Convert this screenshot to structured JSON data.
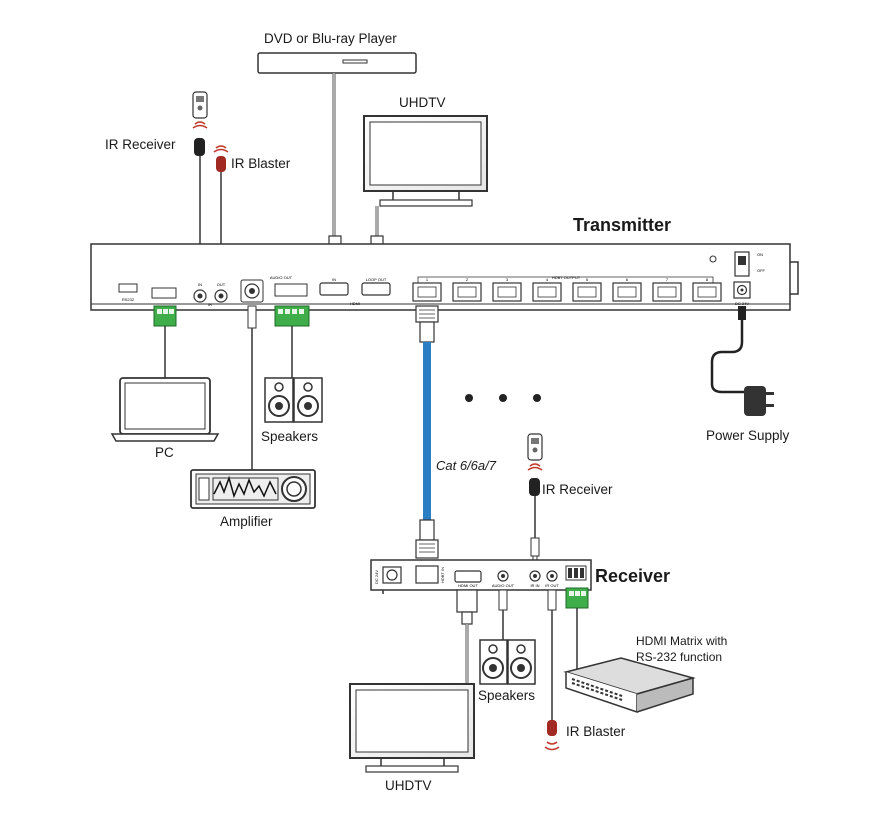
{
  "labels": {
    "dvd": "DVD or Blu-ray Player",
    "uhdtv_top": "UHDTV",
    "transmitter": "Transmitter",
    "ir_receiver_top": "IR Receiver",
    "ir_blaster_top": "IR Blaster",
    "pc": "PC",
    "speakers_top": "Speakers",
    "amplifier": "Amplifier",
    "power_supply": "Power Supply",
    "cable": "Cat 6/6a/7",
    "ir_receiver_bottom": "IR Receiver",
    "receiver": "Receiver",
    "speakers_bottom": "Speakers",
    "hdmi_matrix_1": "HDMI Matrix with",
    "hdmi_matrix_2": "RS-232 function",
    "ir_blaster_bottom": "IR Blaster",
    "uhdtv_bottom": "UHDTV"
  },
  "tx_panel": {
    "rs232": "RS232",
    "ir": "IR",
    "in": "IN",
    "out": "OUT",
    "audio_out": "AUDIO OUT",
    "hdmi": "HDMI",
    "loop_out": "LOOP OUT",
    "hdbt_output": "HDBT OUTPUT",
    "on": "ON",
    "off": "OFF",
    "dc": "DC 24V",
    "ports": [
      "1",
      "2",
      "3",
      "4",
      "5",
      "6",
      "7",
      "8"
    ]
  },
  "rx_panel": {
    "hdmi_out": "HDMI OUT",
    "audio_out": "AUDIO OUT",
    "ir_in": "IR IN",
    "ir_out": "IR OUT",
    "dc": "DC 24V",
    "hdbt_in": "HDBT IN"
  },
  "colors": {
    "line": "#333333",
    "cable_blue": "#2a7fc4",
    "terminal_green": "#3fae4a",
    "ir_red": "#c0392b"
  }
}
